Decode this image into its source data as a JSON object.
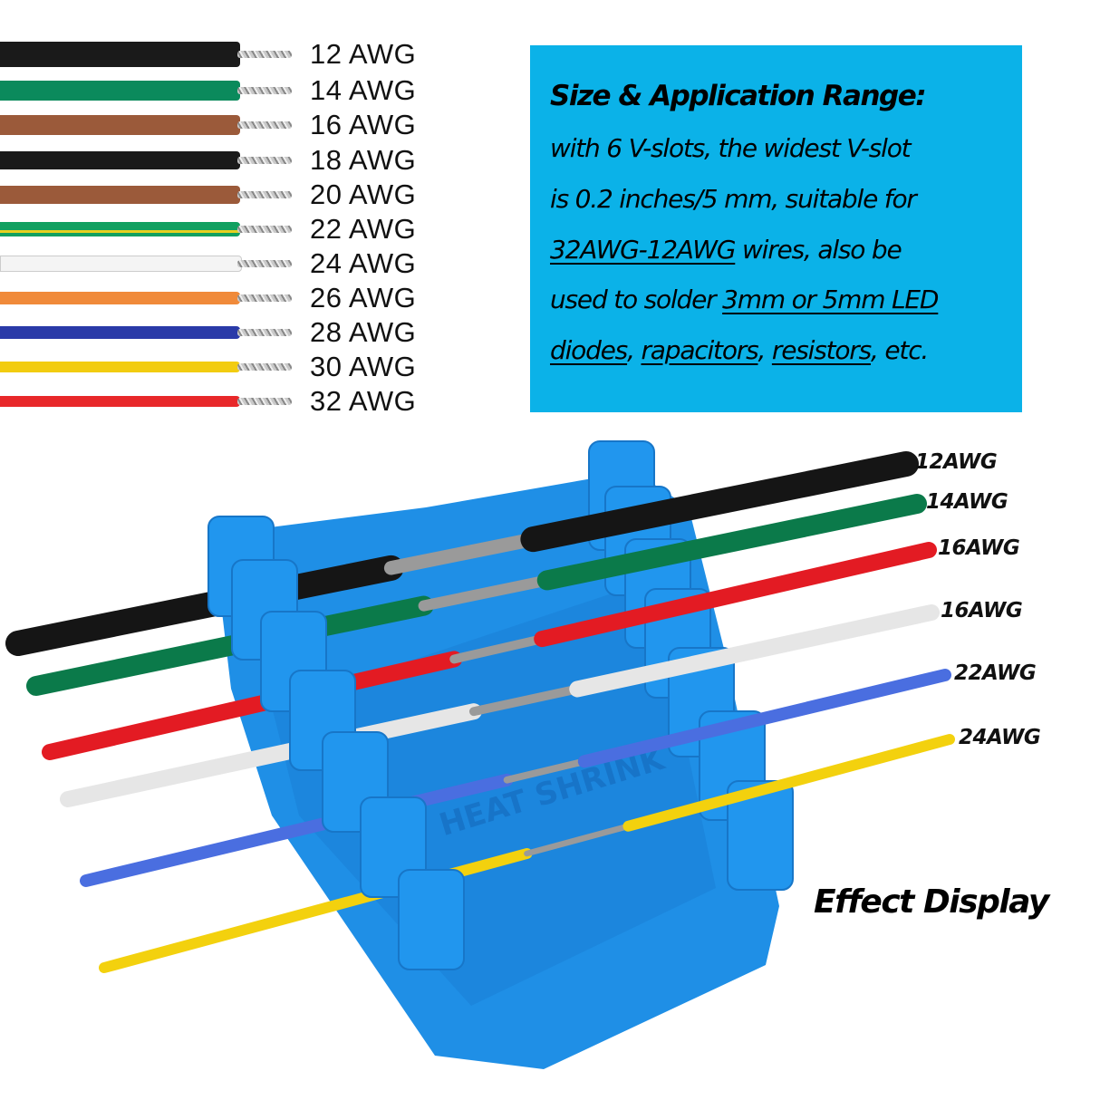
{
  "wire_chart": [
    {
      "label": "12 AWG",
      "color": "#1a1a1a"
    },
    {
      "label": "14 AWG",
      "color": "#0b8a5c"
    },
    {
      "label": "16 AWG",
      "color": "#9b5a3a"
    },
    {
      "label": "18 AWG",
      "color": "#1a1a1a"
    },
    {
      "label": "20 AWG",
      "color": "#9b5a3a"
    },
    {
      "label": "22 AWG",
      "color": "#11a060"
    },
    {
      "label": "24 AWG",
      "color": "#f4f4f4"
    },
    {
      "label": "26 AWG",
      "color": "#f08a3a"
    },
    {
      "label": "28 AWG",
      "color": "#2a3aa8"
    },
    {
      "label": "30 AWG",
      "color": "#f2cc10"
    },
    {
      "label": "32 AWG",
      "color": "#e8282a"
    }
  ],
  "info": {
    "background": "#0bb2e8",
    "title": "Size & Application Range:",
    "line1": "with 6 V-slots, the widest V-slot",
    "line2": "is 0.2 inches/5 mm, suitable for",
    "line3_u": "32AWG-12AWG",
    "line3_rest": " wires, also be",
    "line4_pre": "used to solder ",
    "line4_u": "3mm or 5mm LED",
    "line5_u1": "diodes",
    "line5_sep1": ", ",
    "line5_u2": "rapacitors",
    "line5_sep2": ", ",
    "line5_u3": "resistors",
    "line5_rest": ", etc."
  },
  "demo": {
    "holder_color": "#1f8fe6",
    "holder_emboss": "HEAT SHRINK",
    "wires": [
      {
        "label": "12AWG",
        "color": "#151515"
      },
      {
        "label": "14AWG",
        "color": "#0b7a4a"
      },
      {
        "label": "16AWG",
        "color": "#e31b23"
      },
      {
        "label": "16AWG",
        "color": "#efefef"
      },
      {
        "label": "22AWG",
        "color": "#4a6ee0"
      },
      {
        "label": "24AWG",
        "color": "#f3d10e"
      }
    ],
    "caption": "Effect Display"
  }
}
